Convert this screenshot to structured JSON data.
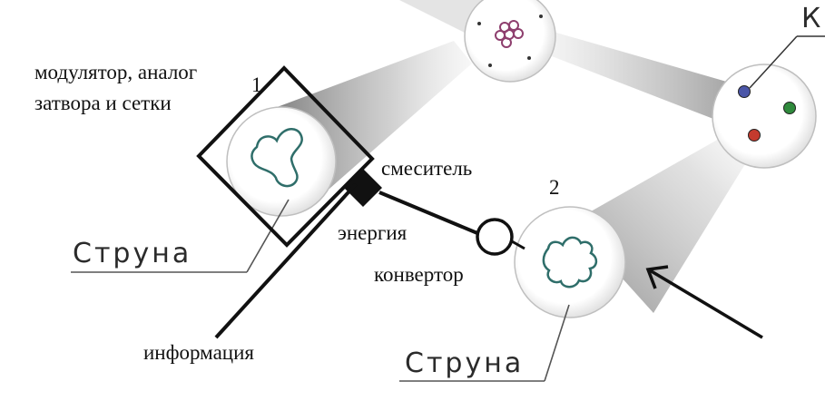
{
  "labels": {
    "modulator_line1": "модулятор, аналог",
    "modulator_line2": "затвора и сетки",
    "number_1": "1",
    "number_2": "2",
    "mixer": "смеситель",
    "energy": "энергия",
    "converter": "конвертор",
    "information": "информация",
    "string_left": "Струна",
    "string_right": "Струна",
    "corner_letter": "К"
  },
  "colors": {
    "ink": "#111111",
    "pencil": "#3a3a3a",
    "string_curve": "#2f6e6a",
    "nucleus": "#8e3f6e",
    "particle_blue": "#4b56a8",
    "particle_green": "#2f8a3c",
    "particle_red": "#c43a2e"
  }
}
